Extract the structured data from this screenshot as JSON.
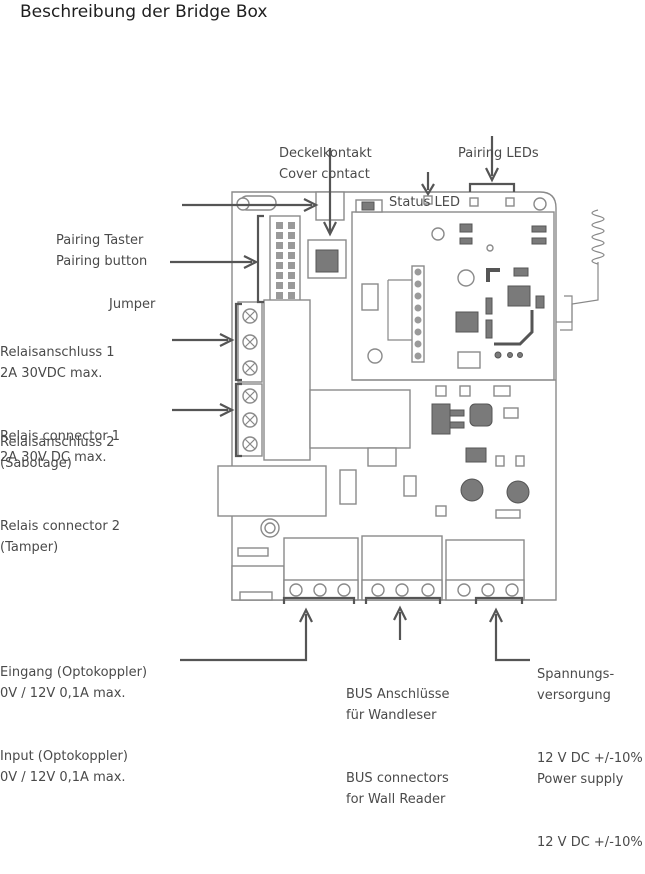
{
  "title": "Beschreibung der Bridge Box",
  "labels": {
    "cover_contact": [
      "Deckelkontakt",
      "Cover contact"
    ],
    "pairing_leds": [
      "Pairing LEDs"
    ],
    "status_led": [
      "Status LED"
    ],
    "pairing_button": [
      "Pairing Taster",
      "Pairing button"
    ],
    "jumper": [
      "Jumper"
    ],
    "relay_1": [
      "Relaisanschluss 1",
      "2A 30VDC max.",
      "Relais connector 1",
      "2A 30V DC max."
    ],
    "relay_2": [
      "Relaisanschluss 2",
      "(Sabotage)",
      "Relais connector 2",
      "(Tamper)"
    ],
    "input": [
      "Eingang (Optokoppler)",
      "0V / 12V 0,1A max.",
      "Input (Optokoppler)",
      "0V / 12V 0,1A max."
    ],
    "bus": [
      "BUS Anschlüsse",
      "für Wandleser",
      "BUS connectors",
      "for Wall Reader"
    ],
    "power": [
      "Spannungs-",
      "versorgung",
      "12 V DC +/-10%",
      "Power supply",
      "12 V DC +/-10%"
    ]
  }
}
